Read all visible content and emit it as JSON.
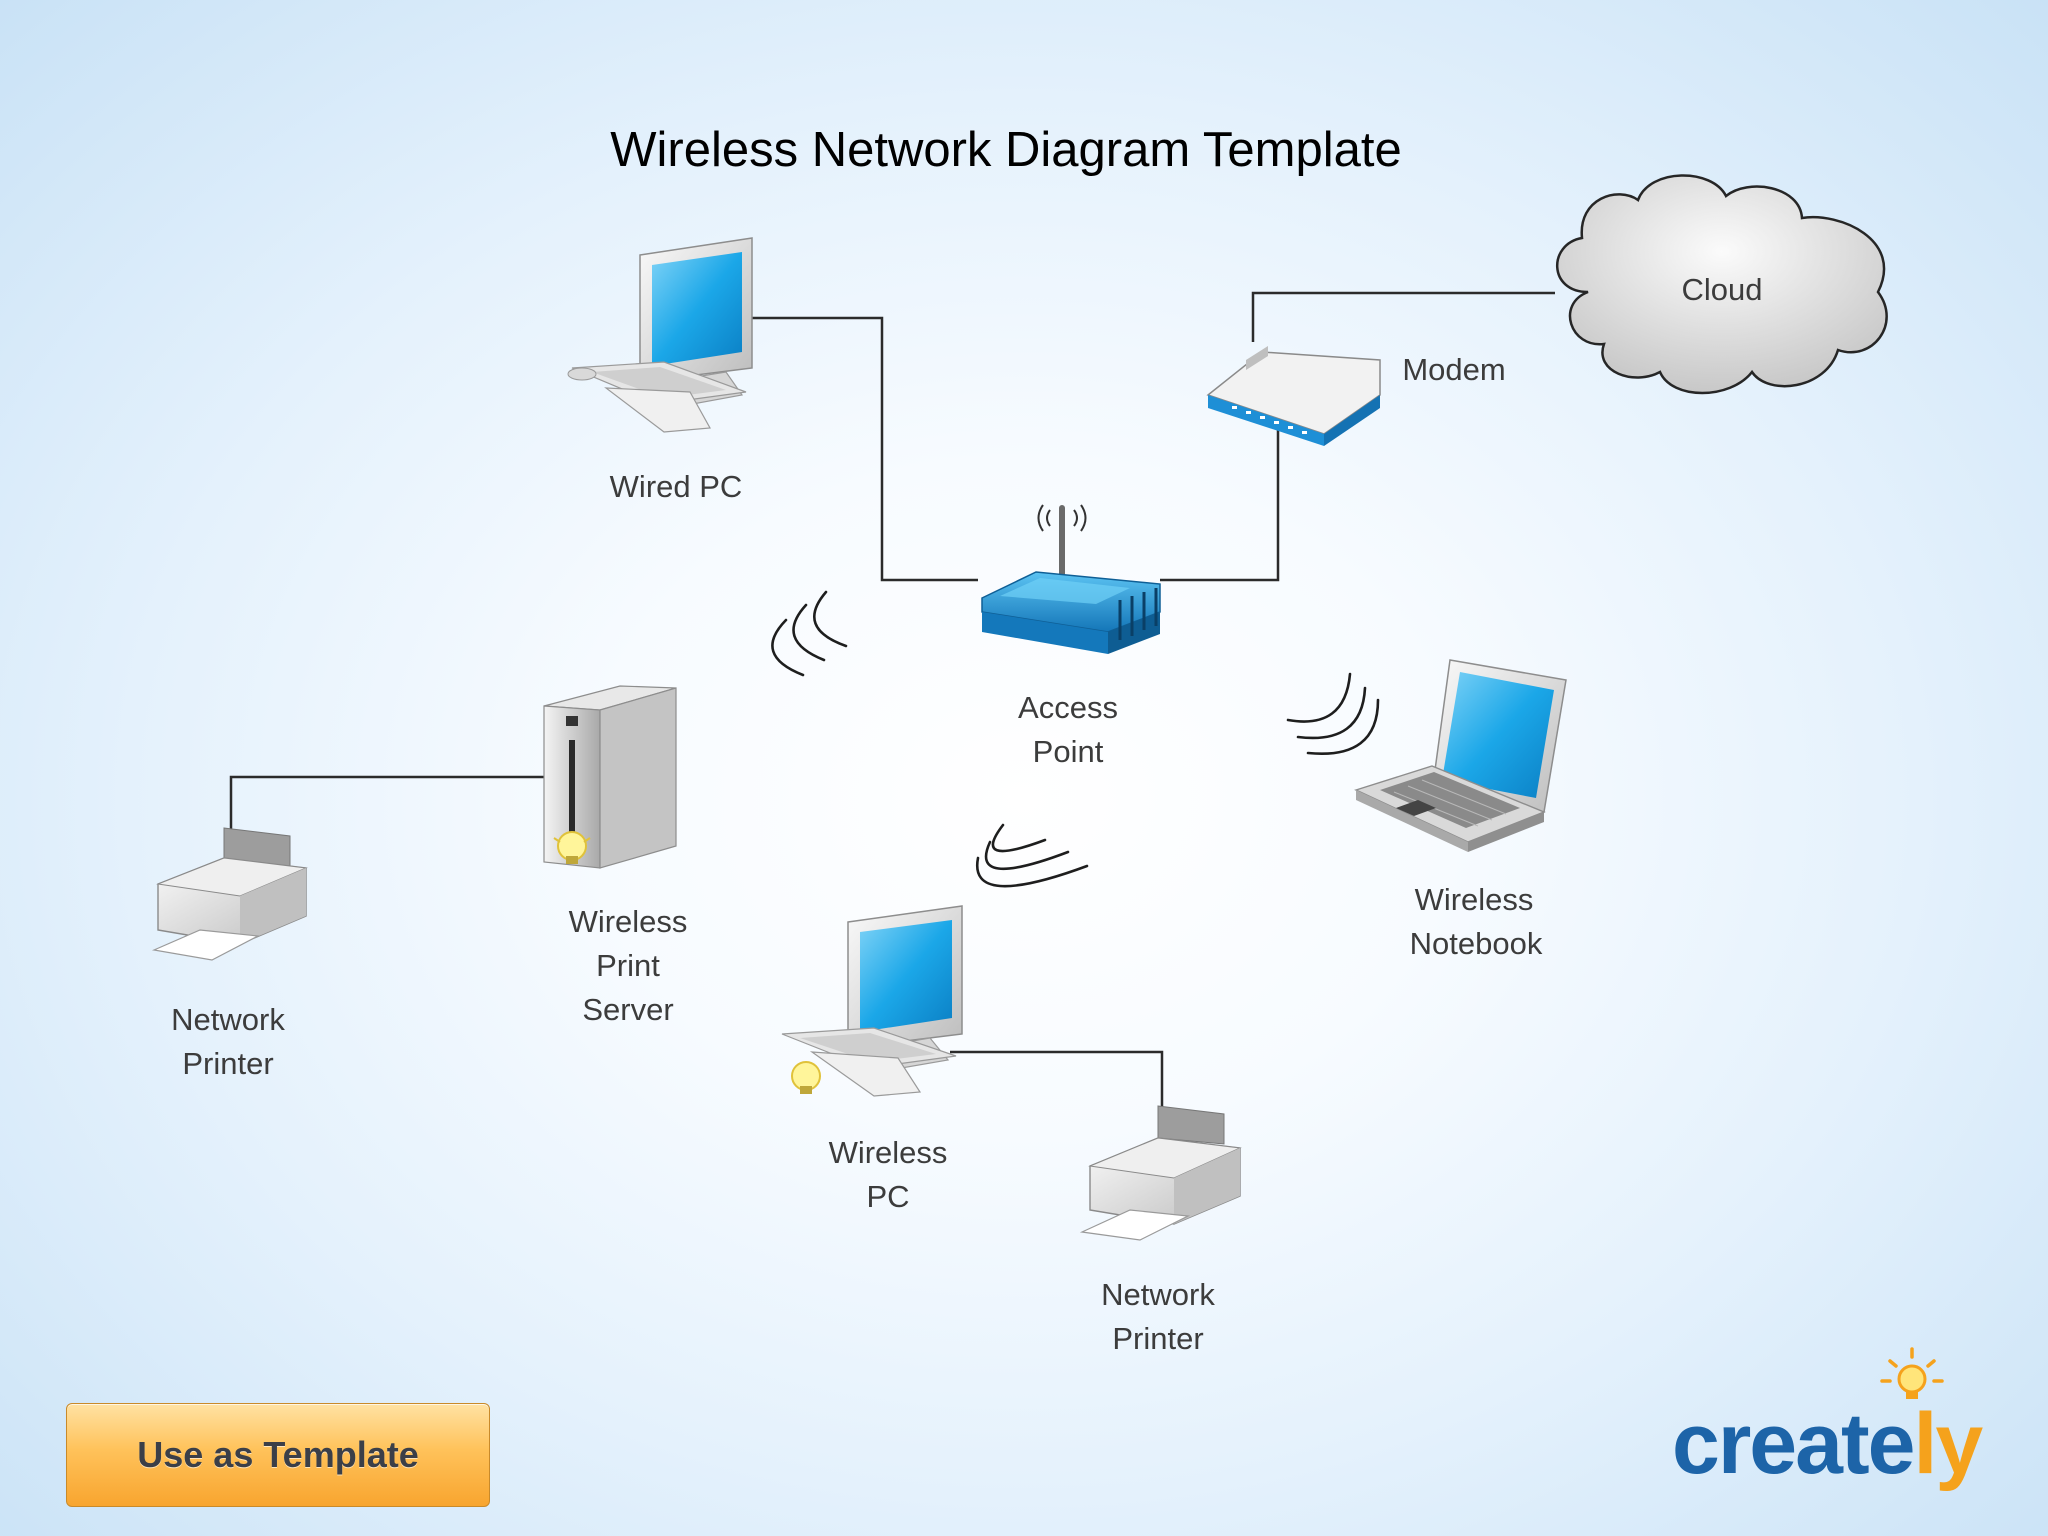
{
  "diagram": {
    "title": "Wireless Network Diagram Template",
    "nodes": {
      "wired_pc": "Wired PC",
      "modem": "Modem",
      "cloud": "Cloud",
      "access_point": [
        "Access",
        "Point"
      ],
      "print_server": [
        "Wireless",
        "Print",
        "Server"
      ],
      "printer_left": [
        "Network",
        "Printer"
      ],
      "wireless_pc": [
        "Wireless",
        "PC"
      ],
      "printer_bottom": [
        "Network",
        "Printer"
      ],
      "notebook": [
        "Wireless",
        "Notebook"
      ]
    }
  },
  "button": {
    "label": "Use as Template"
  },
  "logo": {
    "text_main": "create",
    "text_accent": "ly"
  },
  "colors": {
    "screen": "#1ba7e8",
    "access_point": "#1a8fd0",
    "logo_blue": "#1d64a8",
    "logo_orange": "#f5a21c",
    "connector": "#2b2b2b"
  }
}
